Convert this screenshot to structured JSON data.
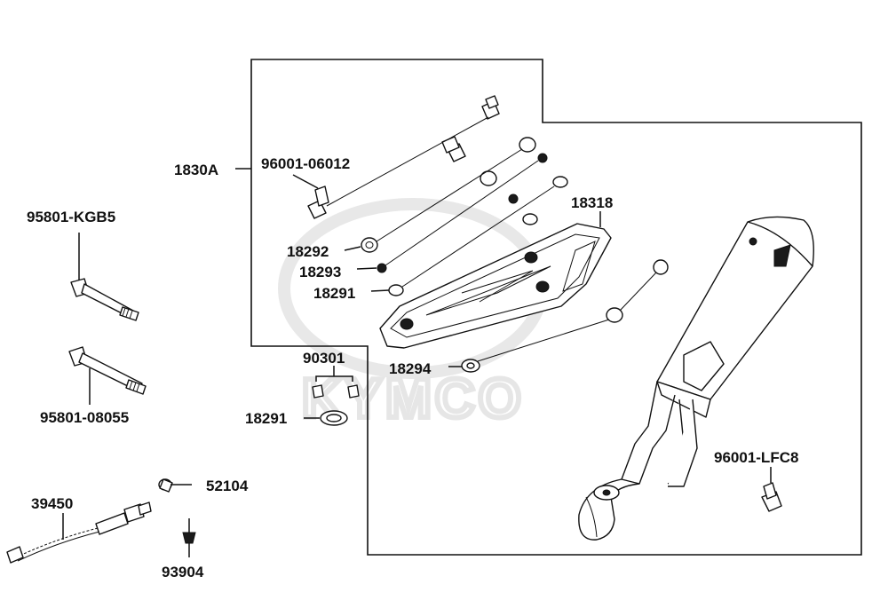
{
  "diagram": {
    "watermark": "KYMCO",
    "labels": {
      "assembly": "1830A",
      "bolt_upper": "95801-KGB5",
      "bolt_lower": "95801-08055",
      "bolt_heatshield": "96001-06012",
      "heat_shield": "18318",
      "collar": "18292",
      "nut": "18293",
      "washer_upper": "18291",
      "gasket": "18294",
      "clip": "90301",
      "washer_lower": "18291",
      "bolt_muffler": "96001-LFC8",
      "sensor": "39450",
      "rivet": "52104",
      "screw": "93904"
    }
  }
}
